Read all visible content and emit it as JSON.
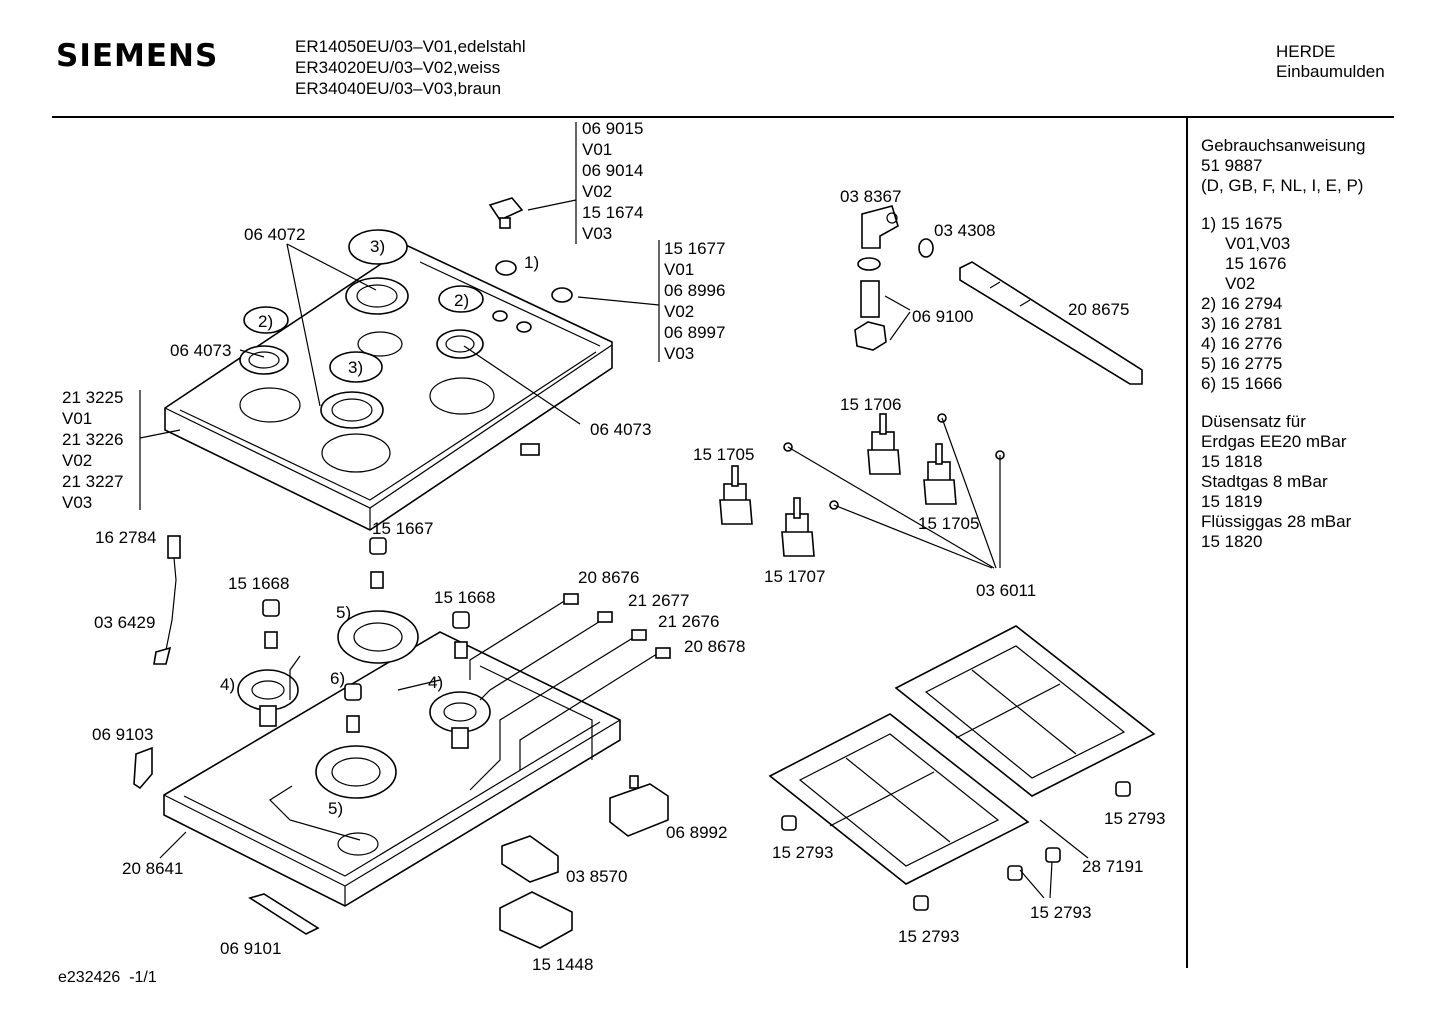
{
  "header": {
    "brand": "SIEMENS",
    "models": [
      "ER14050EU/03–V01,edelstahl",
      "ER34020EU/03–V02,weiss",
      "ER34040EU/03–V03,braun"
    ],
    "category": [
      "HERDE",
      "Einbaumulden"
    ]
  },
  "sidebar": {
    "manual": [
      "Gebrauchsanweisung",
      "51 9887",
      "(D, GB, F, NL, I, E, P)"
    ],
    "refs": [
      {
        "text": "1)  15 1675",
        "indent": false
      },
      {
        "text": "V01,V03",
        "indent": true
      },
      {
        "text": "15 1676",
        "indent": true
      },
      {
        "text": "V02",
        "indent": true
      },
      {
        "text": "2)  16 2794",
        "indent": false
      },
      {
        "text": "3)  16 2781",
        "indent": false
      },
      {
        "text": "4)  16 2776",
        "indent": false
      },
      {
        "text": "5)  16 2775",
        "indent": false
      },
      {
        "text": "6)  15 1666",
        "indent": false
      }
    ],
    "nozzles": [
      "Düsensatz für",
      "Erdgas EE20 mBar",
      "15 1818",
      "Stadtgas 8 mBar",
      "15 1819",
      "Flüssiggas 28 mBar",
      "15 1820"
    ]
  },
  "labels": {
    "knob_variants": [
      "06 9015",
      "V01",
      "06 9014",
      "V02",
      "15 1674",
      "V03"
    ],
    "cap_variants": [
      "15 1677",
      "V01",
      "06 8996",
      "V02",
      "06 8997",
      "V03"
    ],
    "hob_variants": [
      "21 3225",
      "V01",
      "21 3226",
      "V02",
      "21 3227",
      "V03"
    ],
    "ring_a": "06 4072",
    "ring_b": "06 4073",
    "ring_c": "06 4073",
    "marker_1": "1)",
    "marker_2a": "2)",
    "marker_2b": "2)",
    "marker_3a": "3)",
    "marker_3b": "3)",
    "marker_4a": "4)",
    "marker_4b": "4)",
    "marker_5a": "5)",
    "marker_5b": "5)",
    "marker_6": "6)",
    "elbow": "03 8367",
    "washer": "03 4308",
    "fitting": "06 9100",
    "gas_pipe": "20 8675",
    "valve_top": "15 1706",
    "valve_left": "15 1705",
    "valve_right": "15 1705",
    "valve_bottom": "15 1707",
    "clips": "03 6011",
    "igniter": "16 2784",
    "igniter_lead": "03 6429",
    "nozzle_top": "15 1667",
    "nozzle_left": "15 1668",
    "nozzle_mid": "15 1668",
    "tube_1": "20 8676",
    "tube_2": "21 2677",
    "tube_3": "21 2676",
    "tube_4": "20 8678",
    "bracket": "06 9103",
    "tray": "20 8641",
    "strip": "06 9101",
    "ignition_unit": "06 8992",
    "terminal": "03 8570",
    "cover": "15 1448",
    "grate": "28 7191",
    "foot_a": "15 2793",
    "foot_b": "15 2793",
    "foot_c": "15 2793",
    "foot_d": "15 2793"
  },
  "footer": {
    "code": "e232426",
    "page": "-1/1"
  }
}
